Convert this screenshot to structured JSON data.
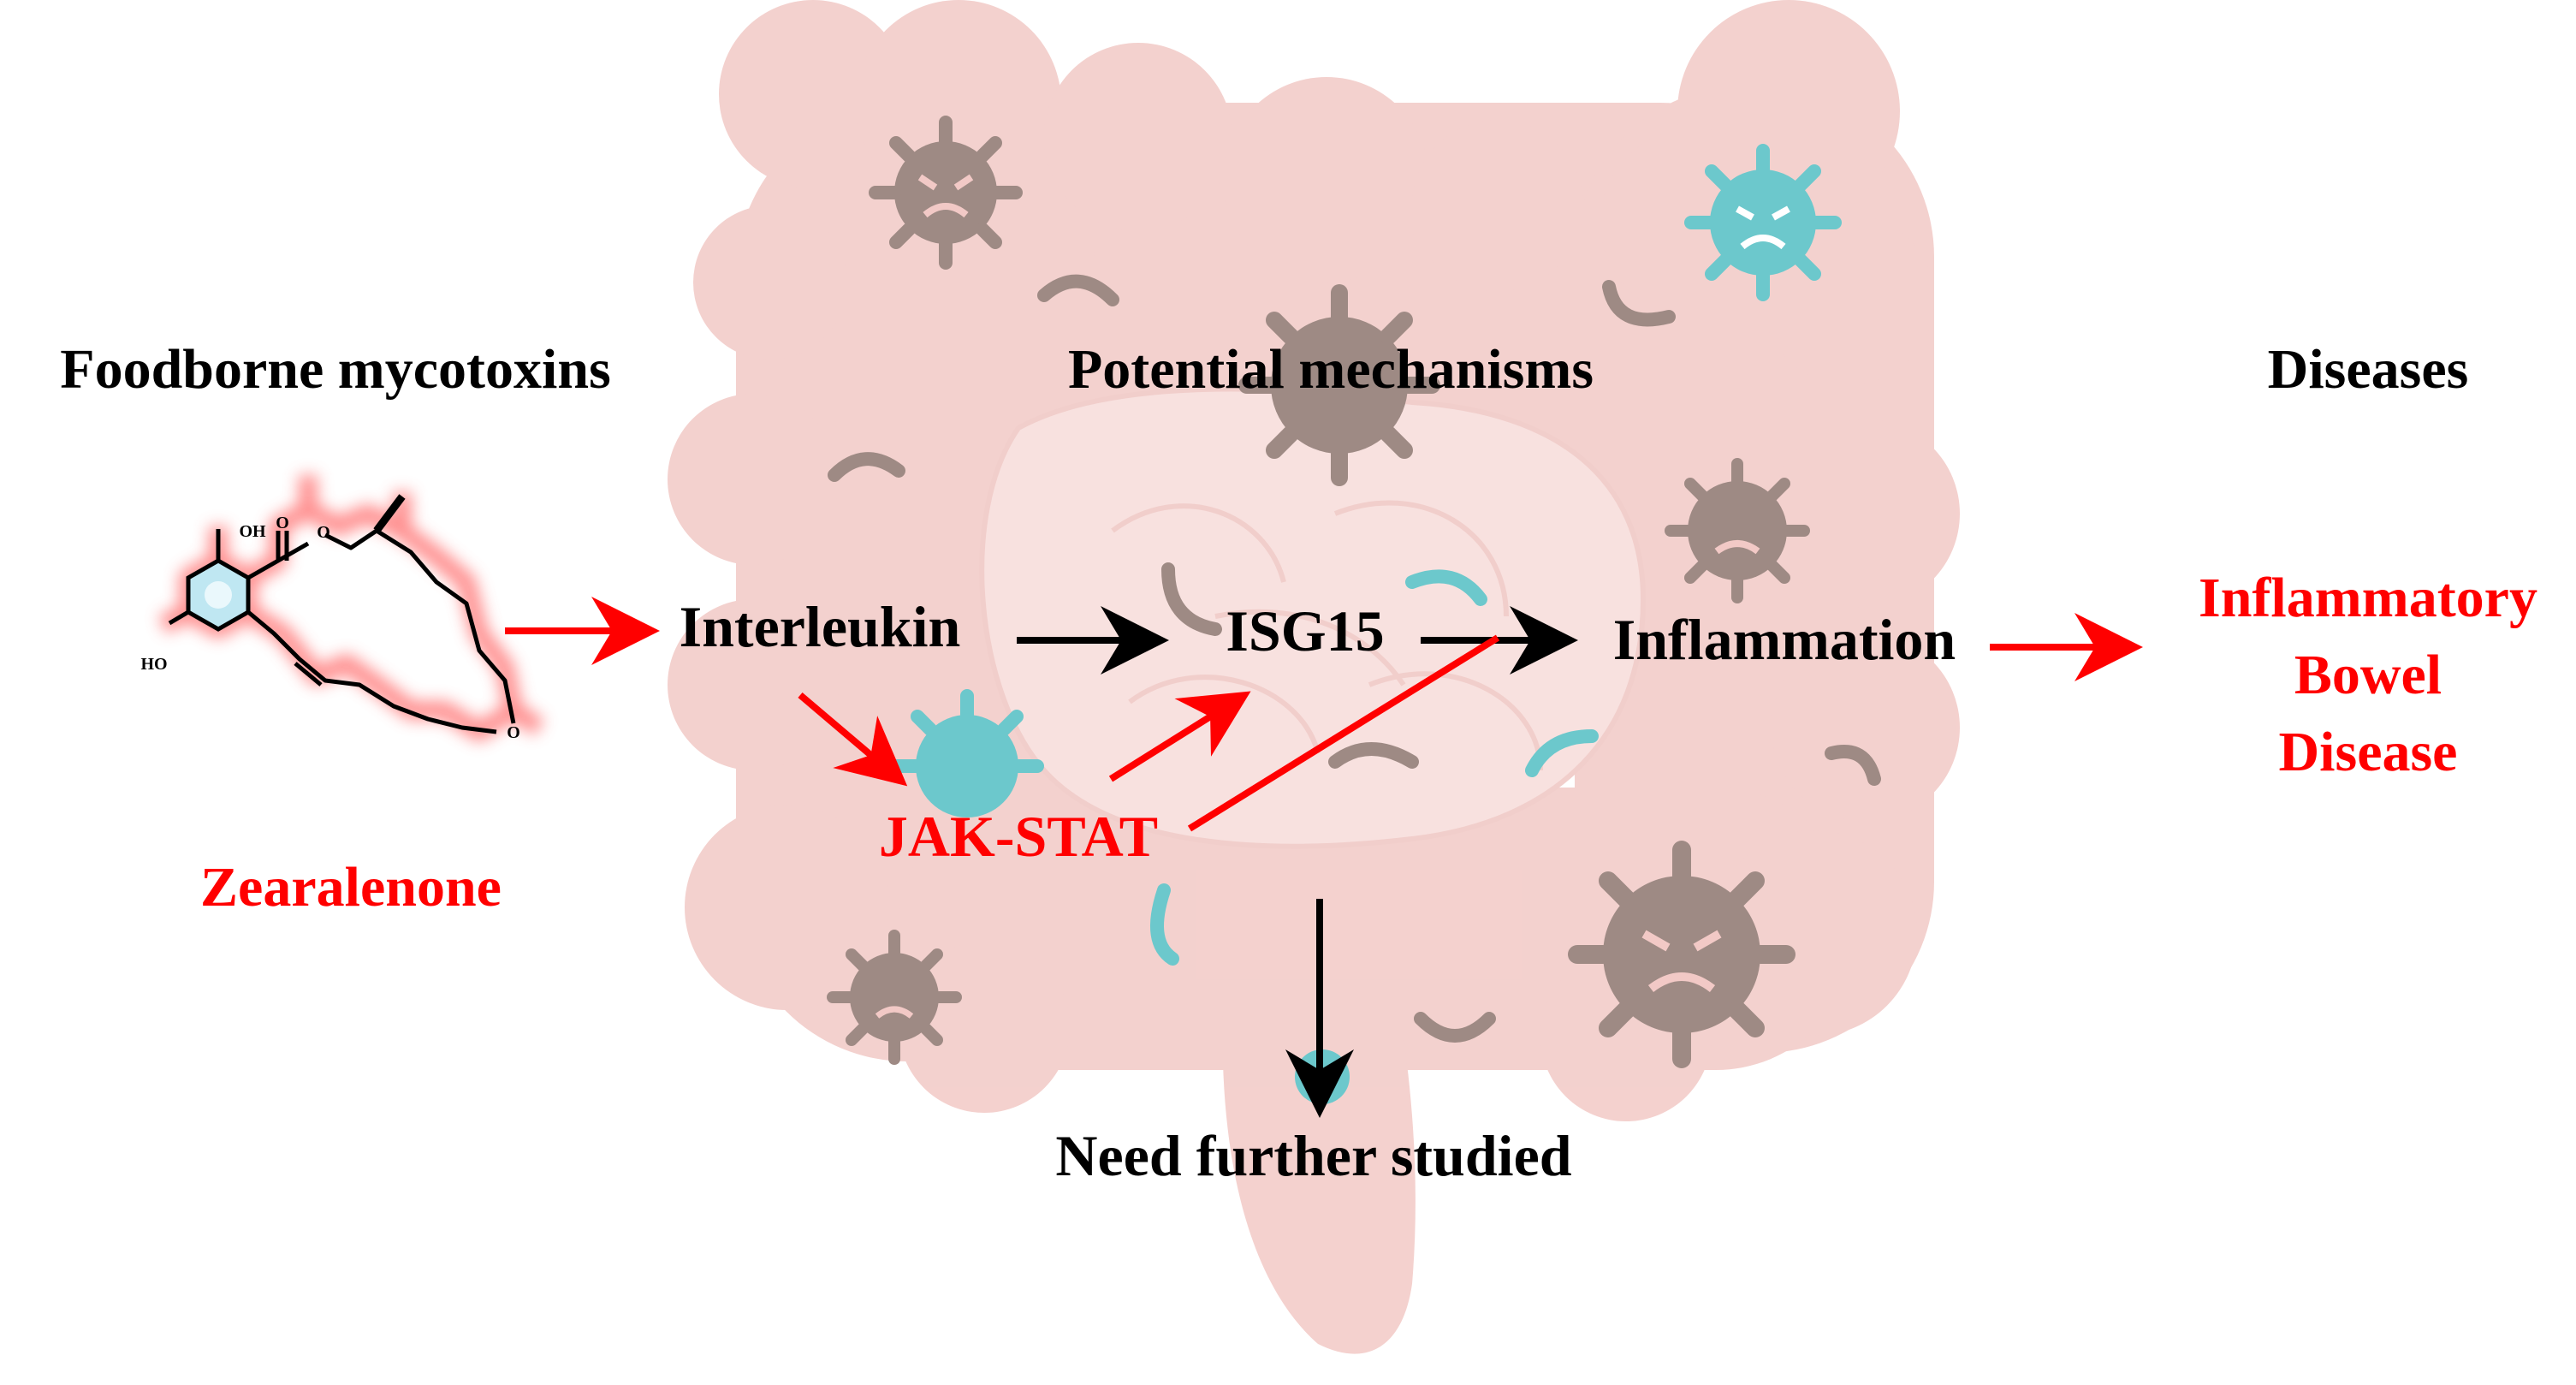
{
  "headers": {
    "left": "Foodborne mycotoxins",
    "center": "Potential mechanisms",
    "right": "Diseases"
  },
  "toxin": {
    "name": "Zearalenone",
    "atom_oh_top": "OH",
    "atom_ho_left": "HO",
    "atom_o_ester": "O",
    "atom_o_ring": "O",
    "atom_o_ketone": "O"
  },
  "nodes": {
    "interleukin": "Interleukin",
    "isg15": "ISG15",
    "inflammation": "Inflammation",
    "jak_stat": "JAK-STAT",
    "further": "Need further studied"
  },
  "disease": {
    "line1": "Inflammatory",
    "line2": "Bowel",
    "line3": "Disease"
  },
  "colors": {
    "red": "#ff0000",
    "black": "#000000",
    "colon": "#f2c9c6",
    "colon_dark": "#ebb7b3",
    "microbe_brown": "#9e8a84",
    "microbe_teal": "#6cc8cc"
  }
}
